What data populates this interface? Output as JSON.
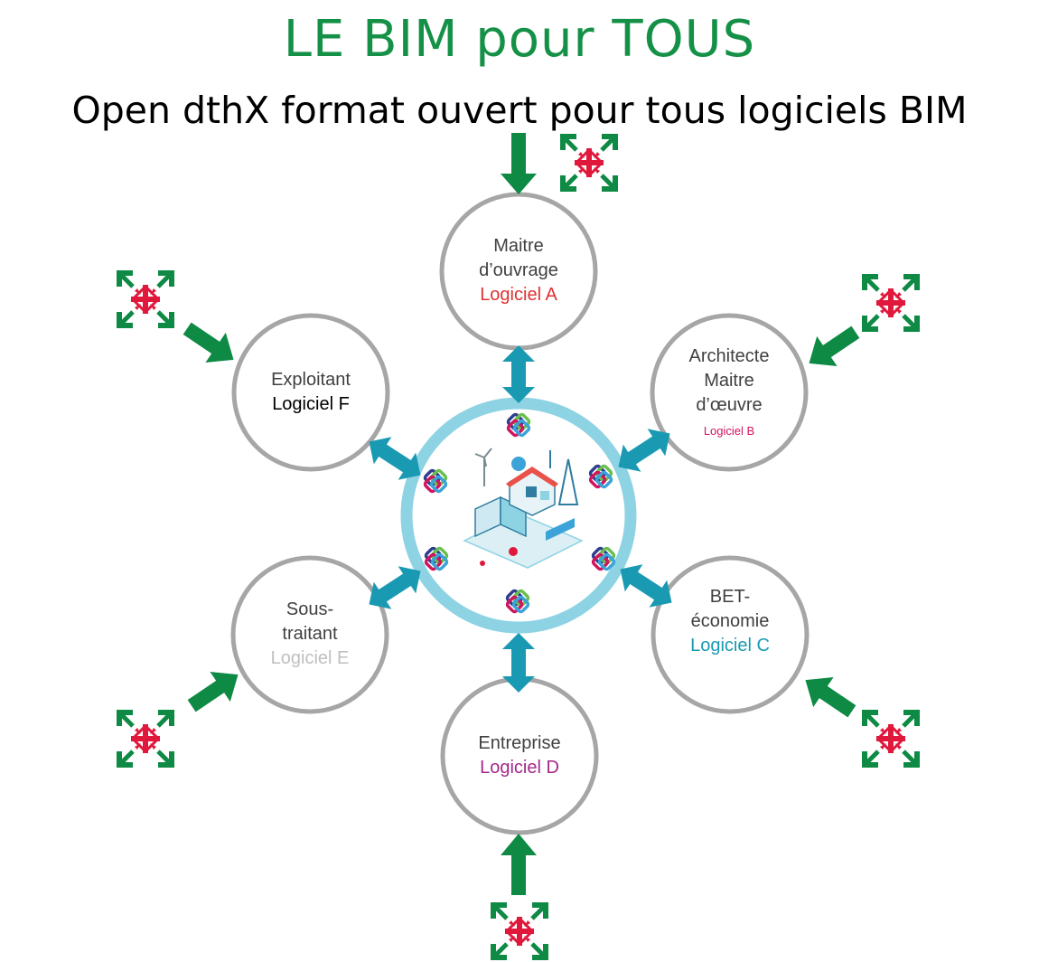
{
  "title": "LE BIM pour TOUS",
  "subtitle": "Open dthX format ouvert pour tous logiciels BIM",
  "colors": {
    "title_green": "#149147",
    "arrow_green": "#0E8A45",
    "teal_arrow": "#1A9AB2",
    "ring_blue": "#8ED3E3",
    "circle_grey": "#A6A6A6"
  },
  "icons": {
    "dthx_logo": "dthx-expand-arrows-icon",
    "ifc_logo": "ifc-interlocking-logo-icon",
    "center_illustration": "smart-building-illustration"
  },
  "nodes": [
    {
      "id": "maitre-ouvrage",
      "lines": [
        "Maitre",
        "d’ouvrage"
      ],
      "software": "Logiciel A",
      "software_color": "#E03232"
    },
    {
      "id": "architecte",
      "lines": [
        "Architecte",
        "Maitre",
        "d’œuvre"
      ],
      "software": "Logiciel B",
      "software_color": "#D0155F"
    },
    {
      "id": "bet-economie",
      "lines": [
        "BET-",
        "économie"
      ],
      "software": "Logiciel C",
      "software_color": "#1A9AB2"
    },
    {
      "id": "entreprise",
      "lines": [
        "Entreprise"
      ],
      "software": "Logiciel D",
      "software_color": "#A4288A"
    },
    {
      "id": "sous-traitant",
      "lines": [
        "Sous-",
        "traitant"
      ],
      "software": "Logiciel E",
      "software_color": "#BFBFBF"
    },
    {
      "id": "exploitant",
      "lines": [
        "Exploitant"
      ],
      "software": "Logiciel F",
      "software_color": "#000000"
    }
  ]
}
